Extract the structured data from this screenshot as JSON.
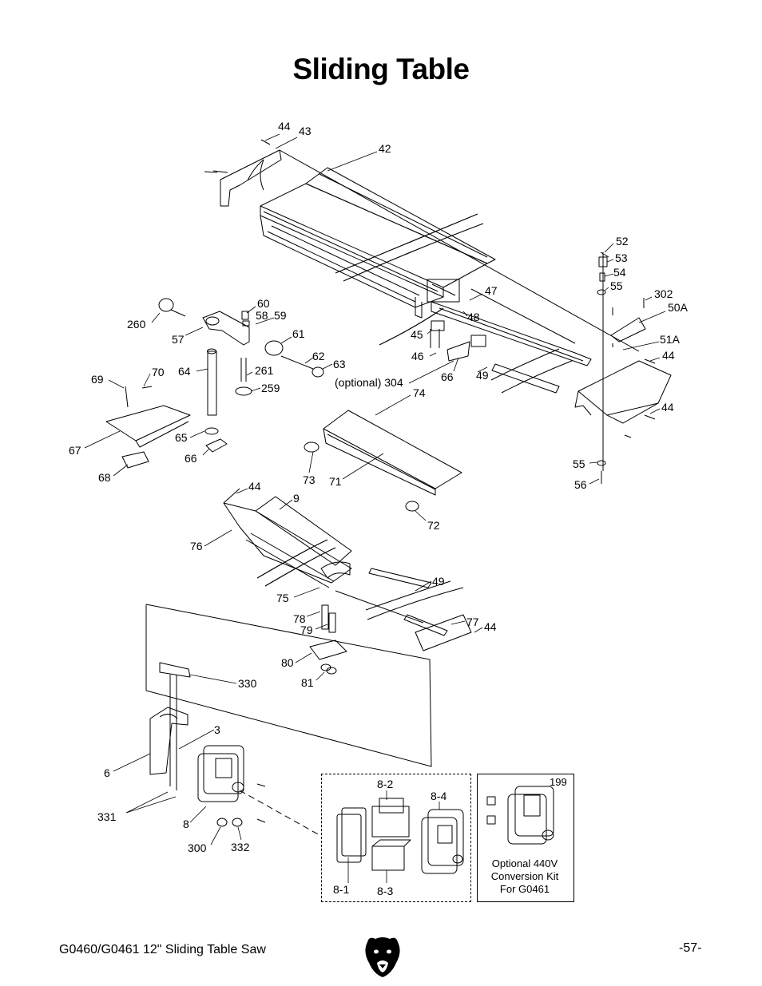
{
  "title": "Sliding Table",
  "footer": {
    "model": "G0460/G0461 12\" Sliding Table Saw",
    "page_number": "-57-"
  },
  "kit": {
    "number": "199",
    "caption_lines": [
      "Optional 440V",
      "Conversion Kit",
      "For G0461"
    ]
  },
  "icons": {
    "brand_logo": "bear-head-logo"
  },
  "part_labels": [
    {
      "id": "p44a",
      "text": "44"
    },
    {
      "id": "p43",
      "text": "43"
    },
    {
      "id": "p42",
      "text": "42"
    },
    {
      "id": "p52",
      "text": "52"
    },
    {
      "id": "p53",
      "text": "53"
    },
    {
      "id": "p54",
      "text": "54"
    },
    {
      "id": "p55a",
      "text": "55"
    },
    {
      "id": "p302",
      "text": "302"
    },
    {
      "id": "p50A",
      "text": "50A"
    },
    {
      "id": "p51A",
      "text": "51A"
    },
    {
      "id": "p44b",
      "text": "44"
    },
    {
      "id": "p44c",
      "text": "44"
    },
    {
      "id": "p47",
      "text": "47"
    },
    {
      "id": "p48",
      "text": "48"
    },
    {
      "id": "p45",
      "text": "45"
    },
    {
      "id": "p46",
      "text": "46"
    },
    {
      "id": "p66a",
      "text": "66"
    },
    {
      "id": "p49a",
      "text": "49"
    },
    {
      "id": "p304",
      "text": "(optional) 304"
    },
    {
      "id": "p74",
      "text": "74"
    },
    {
      "id": "p60",
      "text": "60"
    },
    {
      "id": "p58",
      "text": "58"
    },
    {
      "id": "p59",
      "text": "59"
    },
    {
      "id": "p260",
      "text": "260"
    },
    {
      "id": "p57",
      "text": "57"
    },
    {
      "id": "p61",
      "text": "61"
    },
    {
      "id": "p62",
      "text": "62"
    },
    {
      "id": "p63",
      "text": "63"
    },
    {
      "id": "p64",
      "text": "64"
    },
    {
      "id": "p261",
      "text": "261"
    },
    {
      "id": "p259",
      "text": "259"
    },
    {
      "id": "p69",
      "text": "69"
    },
    {
      "id": "p70",
      "text": "70"
    },
    {
      "id": "p67",
      "text": "67"
    },
    {
      "id": "p65",
      "text": "65"
    },
    {
      "id": "p66b",
      "text": "66"
    },
    {
      "id": "p68",
      "text": "68"
    },
    {
      "id": "p73",
      "text": "73"
    },
    {
      "id": "p71",
      "text": "71"
    },
    {
      "id": "p72",
      "text": "72"
    },
    {
      "id": "p55b",
      "text": "55"
    },
    {
      "id": "p56",
      "text": "56"
    },
    {
      "id": "p44d",
      "text": "44"
    },
    {
      "id": "p9",
      "text": "9"
    },
    {
      "id": "p76",
      "text": "76"
    },
    {
      "id": "p49b",
      "text": "49"
    },
    {
      "id": "p75",
      "text": "75"
    },
    {
      "id": "p78",
      "text": "78"
    },
    {
      "id": "p79",
      "text": "79"
    },
    {
      "id": "p77",
      "text": "77"
    },
    {
      "id": "p44e",
      "text": "44"
    },
    {
      "id": "p80",
      "text": "80"
    },
    {
      "id": "p81",
      "text": "81"
    },
    {
      "id": "p330",
      "text": "330"
    },
    {
      "id": "p3",
      "text": "3"
    },
    {
      "id": "p6",
      "text": "6"
    },
    {
      "id": "p331",
      "text": "331"
    },
    {
      "id": "p8",
      "text": "8"
    },
    {
      "id": "p300",
      "text": "300"
    },
    {
      "id": "p332",
      "text": "332"
    },
    {
      "id": "p8-2",
      "text": "8-2"
    },
    {
      "id": "p8-4",
      "text": "8-4"
    },
    {
      "id": "p8-1",
      "text": "8-1"
    },
    {
      "id": "p8-3",
      "text": "8-3"
    }
  ]
}
